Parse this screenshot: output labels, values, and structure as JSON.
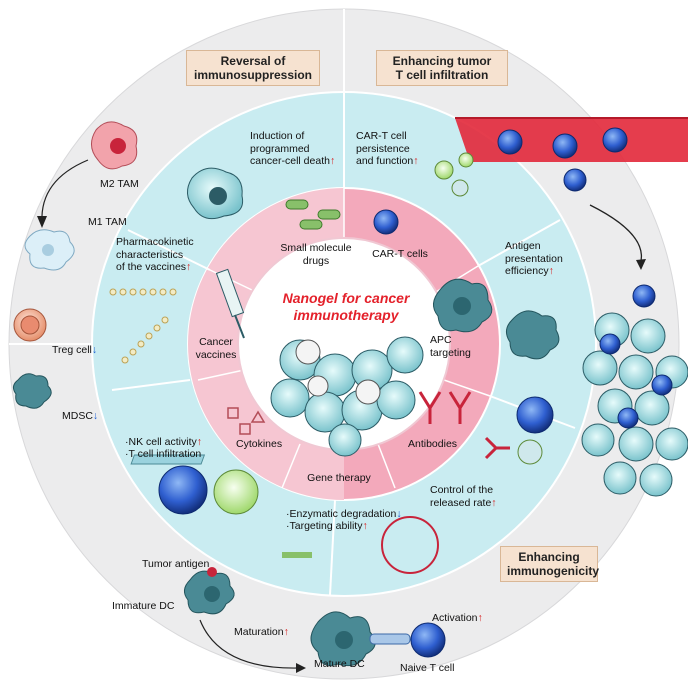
{
  "center": {
    "title": "Nanogel for cancer\nimmunotherapy"
  },
  "boxes": {
    "reversal": "Reversal of\nimmunosuppression",
    "infiltration": "Enhancing tumor\nT cell infiltration",
    "immunogenicity": "Enhancing\nimmunogenicity"
  },
  "inner_segments": {
    "small_molecule": "Small molecule\ndrugs",
    "car_t": "CAR-T cells",
    "apc": "APC\ntargeting",
    "antibodies": "Antibodies",
    "gene": "Gene therapy",
    "cytokines": "Cytokines",
    "vaccines": "Cancer\nvaccines"
  },
  "middle_labels": {
    "induction": "Induction of\nprogrammed\ncancer-cell death",
    "cart_persist": "CAR-T cell\npersistence\nand function",
    "antigen_pres": "Antigen\npresentation\nefficiency",
    "control_release": "Control of the\nreleased rate",
    "enzymatic": "·Enzymatic degradation",
    "targeting": "·Targeting ability",
    "nk": "·NK cell activity",
    "t_infil": "·T cell infiltration",
    "pharma": "Pharmacokinetic\ncharacteristics\nof the vaccines"
  },
  "outer_labels": {
    "m2": "M2 TAM",
    "m1": "M1 TAM",
    "treg": "Treg cell",
    "mdsc": "MDSC",
    "tumor_antigen": "Tumor antigen",
    "immature_dc": "Immature DC",
    "maturation": "Maturation",
    "mature_dc": "Mature DC",
    "naive_t": "Naive T cell",
    "activation": "Activation"
  },
  "arrows": {
    "up": "↑",
    "down": "↓"
  },
  "colors": {
    "outer_ring": "#ececed",
    "middle_ring": "#c9ecf1",
    "inner_pink": "#f3a9bb",
    "center_bg": "#ffffff",
    "title_red": "#e4212b",
    "box_fill": "#f6e2d0",
    "vessel_red": "#e2283a"
  }
}
